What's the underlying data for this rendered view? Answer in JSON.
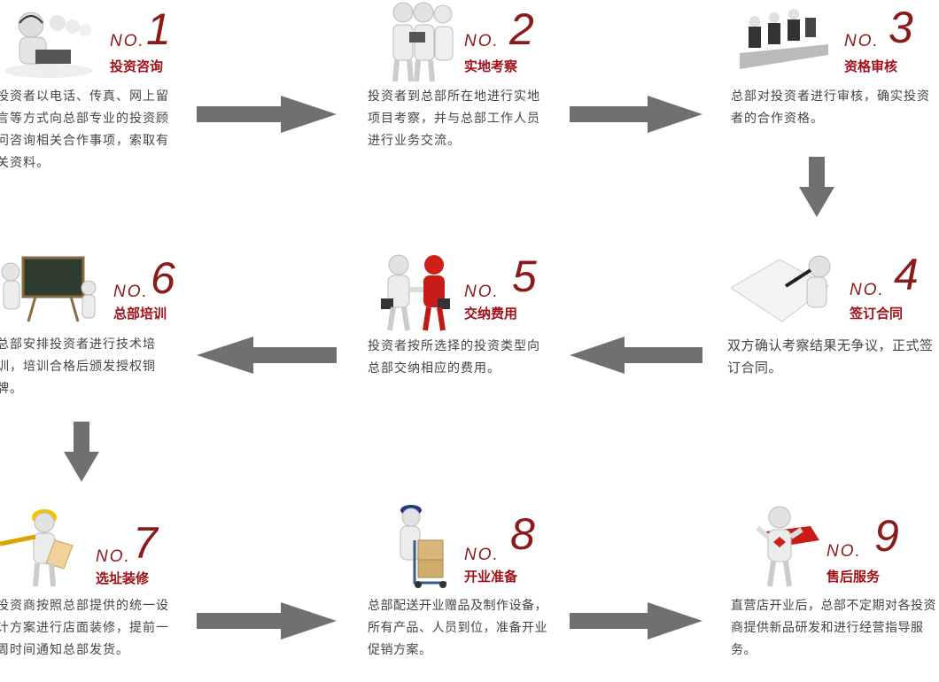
{
  "no_label": "NO.",
  "steps": [
    {
      "num": "1",
      "title": "投资咨询",
      "desc": "投资者以电话、传真、网上留言等方式向总部专业的投资顾问咨询相关合作事项，索取有关资料。"
    },
    {
      "num": "2",
      "title": "实地考察",
      "desc": "投资者到总部所在地进行实地项目考察，并与总部工作人员进行业务交流。"
    },
    {
      "num": "3",
      "title": "资格审核",
      "desc": "总部对投资者进行审核，确实投资者的合作资格。"
    },
    {
      "num": "4",
      "title": "签订合同",
      "desc": "双方确认考察结果无争议，正式签订合同。"
    },
    {
      "num": "5",
      "title": "交纳费用",
      "desc": "投资者按所选择的投资类型向总部交纳相应的费用。"
    },
    {
      "num": "6",
      "title": "总部培训",
      "desc": "总部安排投资者进行技术培训，培训合格后颁发授权铜牌。"
    },
    {
      "num": "7",
      "title": "选址装修",
      "desc": "投资商按照总部提供的统一设计方案进行店面装修，提前一周时间通知总部发货。"
    },
    {
      "num": "8",
      "title": "开业准备",
      "desc": "总部配送开业赠品及制作设备，所有产品、人员到位，准备开业促销方案。"
    },
    {
      "num": "9",
      "title": "售后服务",
      "desc": "直营店开业后，总部不定期对各投资商提供新品研发和进行经营指导服务。"
    }
  ],
  "colors": {
    "accent": "#a01018",
    "arrow": "#707070",
    "text": "#444444"
  },
  "icons": [
    "headset-figure-icon",
    "reading-figures-icon",
    "meeting-table-icon",
    "signing-figure-icon",
    "handshake-figures-icon",
    "teacher-board-icon",
    "construction-worker-icon",
    "delivery-figure-icon",
    "superhero-figure-icon"
  ]
}
